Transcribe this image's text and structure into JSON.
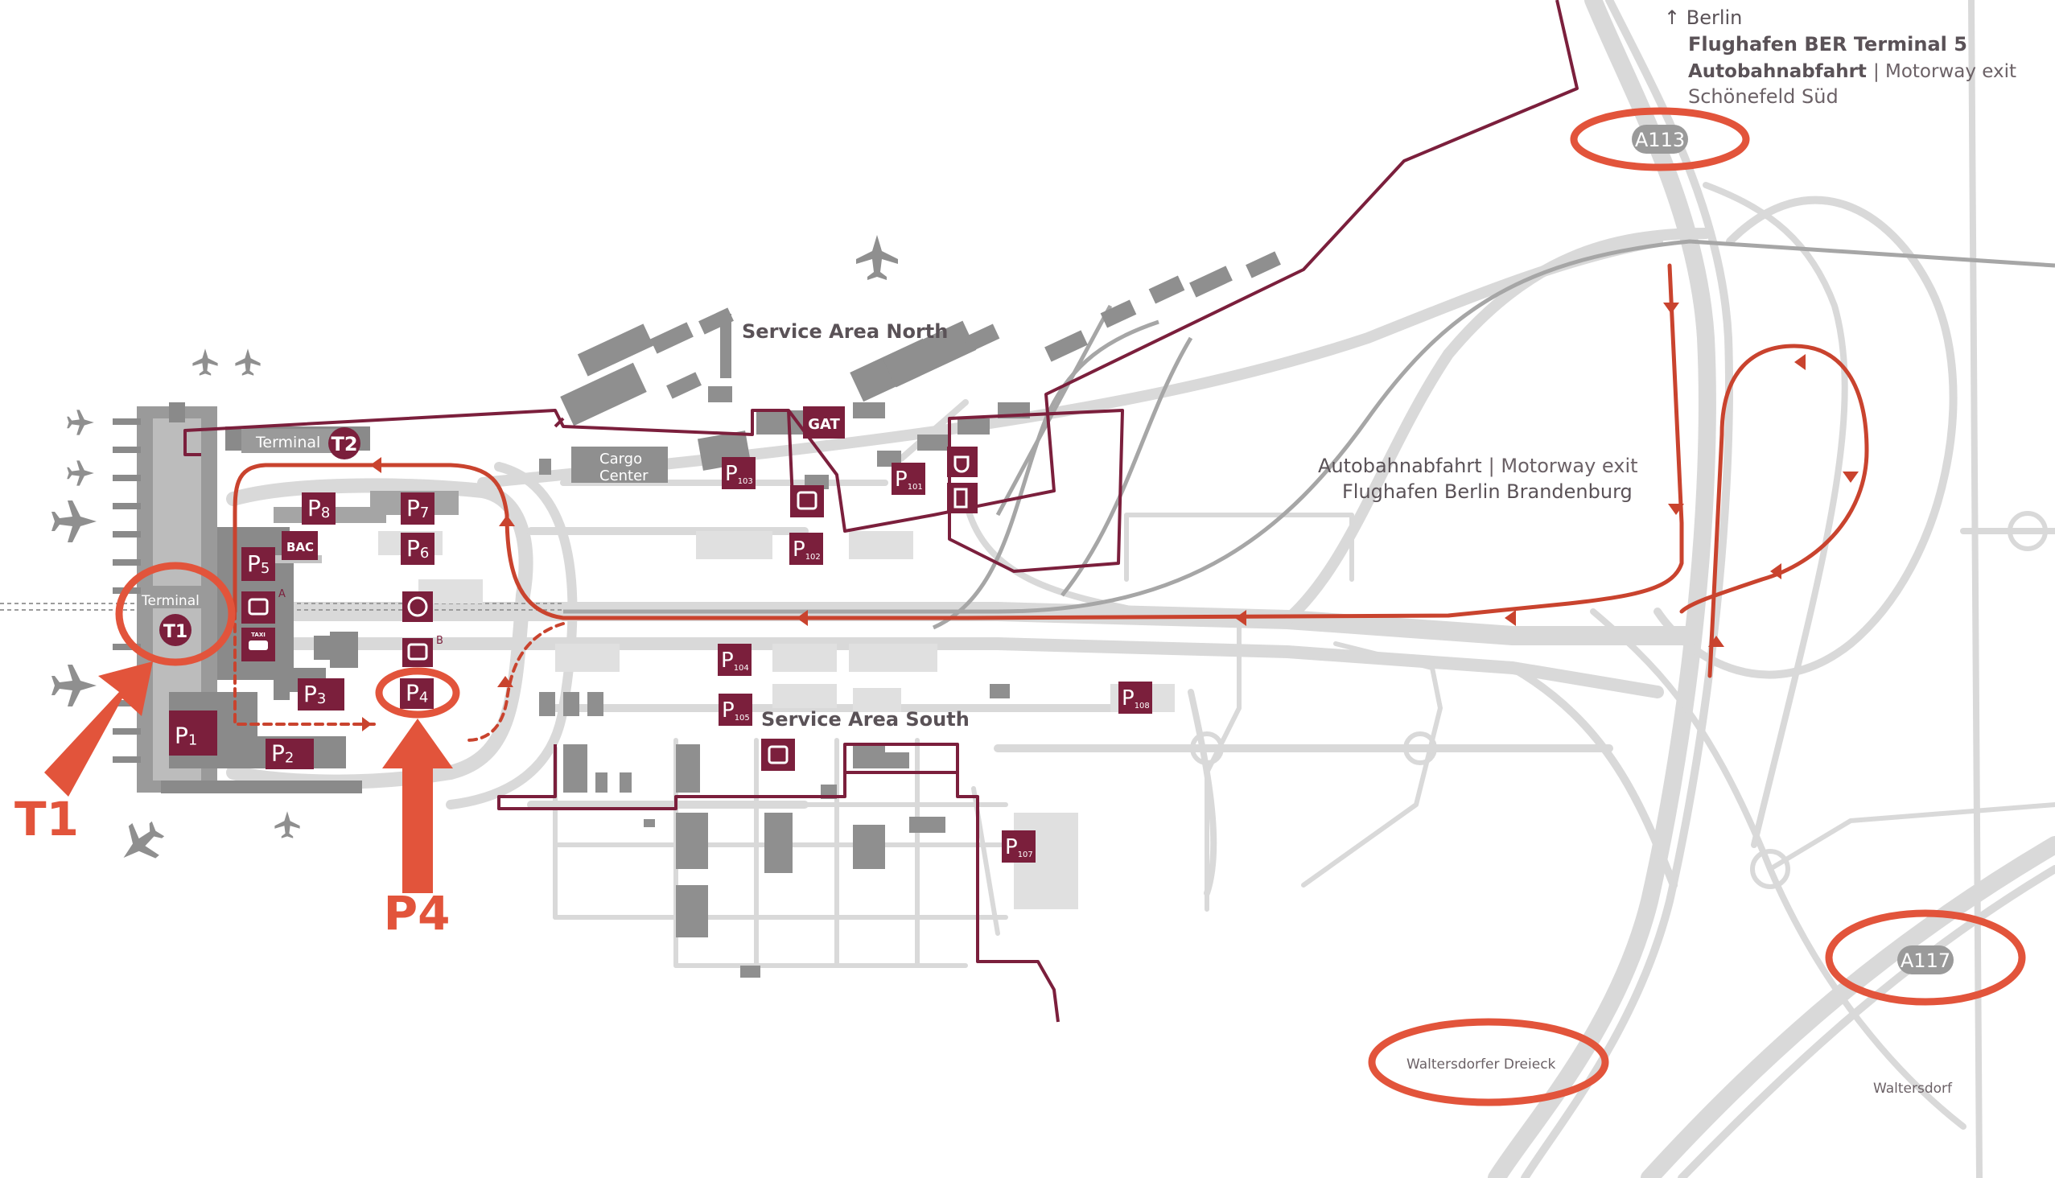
{
  "colors": {
    "road": "#d9d9d9",
    "building": "#8f8f8f",
    "maroon": "#7b1f3c",
    "route": "#c9432e",
    "highlight": "#e2543b",
    "label": "#5a5257"
  },
  "labels": {
    "berlin_arrow": "↑ Berlin",
    "terminal5": "Flughafen BER Terminal 5",
    "exit_north_de": "Autobahnabfahrt",
    "exit_north_en": "| Motorway exit",
    "exit_north_place": "Schönefeld Süd",
    "exit_main_de": "Autobahnabfahrt",
    "exit_main_en": "| Motorway exit",
    "exit_main_place": "Flughafen Berlin Brandenburg",
    "service_north": "Service Area North",
    "service_south": "Service Area South",
    "cargo_1": "Cargo",
    "cargo_2": "Center",
    "gat": "GAT",
    "terminal_t2_word": "Terminal",
    "terminal_t2_code": "T2",
    "terminal_t1_word": "Terminal",
    "terminal_t1_code": "T1",
    "bac": "BAC",
    "bus_a": "A",
    "bus_b": "B",
    "taxi": "TAXI",
    "waltersdorfer": "Waltersdorfer Dreieck",
    "waltersdorf": "Waltersdorf"
  },
  "motorways": {
    "a113": "A113",
    "a117": "A117"
  },
  "parking": [
    {
      "id": "p1",
      "letter": "P",
      "num": "1"
    },
    {
      "id": "p2",
      "letter": "P",
      "num": "2"
    },
    {
      "id": "p3",
      "letter": "P",
      "num": "3"
    },
    {
      "id": "p4",
      "letter": "P",
      "num": "4"
    },
    {
      "id": "p5",
      "letter": "P",
      "num": "5"
    },
    {
      "id": "p6",
      "letter": "P",
      "num": "6"
    },
    {
      "id": "p7",
      "letter": "P",
      "num": "7"
    },
    {
      "id": "p8",
      "letter": "P",
      "num": "8"
    },
    {
      "id": "p101",
      "letter": "P",
      "num": "101"
    },
    {
      "id": "p102",
      "letter": "P",
      "num": "102"
    },
    {
      "id": "p103",
      "letter": "P",
      "num": "103"
    },
    {
      "id": "p104",
      "letter": "P",
      "num": "104"
    },
    {
      "id": "p105",
      "letter": "P",
      "num": "105"
    },
    {
      "id": "p107",
      "letter": "P",
      "num": "107"
    },
    {
      "id": "p108",
      "letter": "P",
      "num": "108"
    }
  ],
  "annotations": {
    "t1": "T1",
    "p4": "P4"
  }
}
